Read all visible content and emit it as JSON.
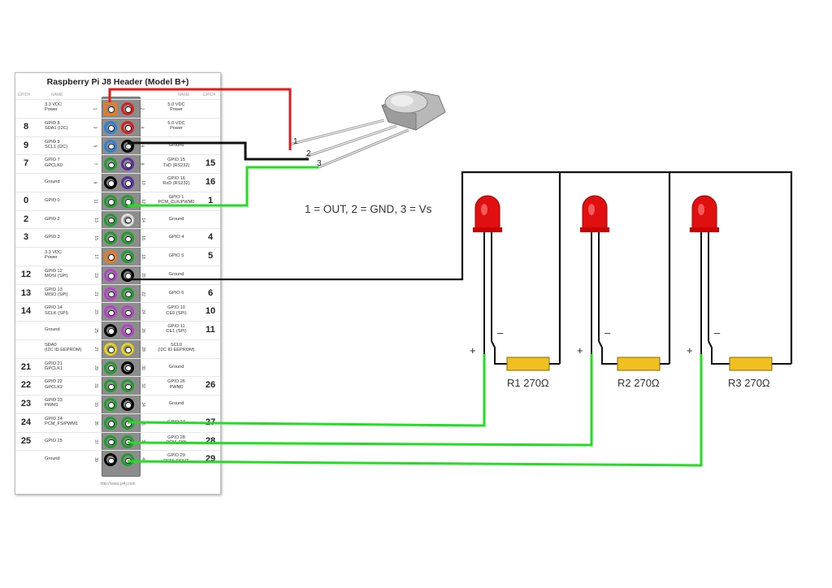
{
  "header": {
    "title": "Raspberry Pi J8 Header (Model B+)",
    "col_gpio": "GPIO#",
    "col_name": "NAME",
    "url": "http://www.pi4j.com",
    "rows": [
      {
        "l_num": "",
        "l_name": "3.3 VDC\nPower",
        "l_pin": "1",
        "l_color": "#f07a1a",
        "r_pin": "2",
        "r_name": "5.0 VDC\nPower",
        "r_color": "#d92020",
        "r_num": ""
      },
      {
        "l_num": "8",
        "l_name": "GPIO 8\nSDA1 (I2C)",
        "l_pin": "3",
        "l_color": "#2f7fd8",
        "r_pin": "4",
        "r_name": "5.0 VDC\nPower",
        "r_color": "#d92020",
        "r_num": ""
      },
      {
        "l_num": "9",
        "l_name": "GPIO 9\nSCL1 (I2C)",
        "l_pin": "5",
        "l_color": "#2f7fd8",
        "r_pin": "6",
        "r_name": "Ground",
        "r_color": "#000000",
        "r_num": ""
      },
      {
        "l_num": "7",
        "l_name": "GPIO 7\nGPCLK0",
        "l_pin": "7",
        "l_color": "#1e9e2e",
        "r_pin": "8",
        "r_name": "GPIO 15\nTxD (RS232)",
        "r_color": "#5b2ca0",
        "r_num": "15"
      },
      {
        "l_num": "",
        "l_name": "Ground",
        "l_pin": "9",
        "l_color": "#000000",
        "r_pin": "10",
        "r_name": "GPIO 16\nRxD (RS232)",
        "r_color": "#5b2ca0",
        "r_num": "16"
      },
      {
        "l_num": "0",
        "l_name": "GPIO 0",
        "l_pin": "11",
        "l_color": "#1e9e2e",
        "r_pin": "12",
        "r_name": "GPIO 1\nPCM_CLK/PWM0",
        "r_color": "#1e9e2e",
        "r_num": "1"
      },
      {
        "l_num": "2",
        "l_name": "GPIO 2",
        "l_pin": "13",
        "l_color": "#1e9e2e",
        "r_pin": "14",
        "r_name": "Ground",
        "r_color": "#dddddd",
        "r_num": ""
      },
      {
        "l_num": "3",
        "l_name": "GPIO 3",
        "l_pin": "15",
        "l_color": "#1e9e2e",
        "r_pin": "16",
        "r_name": "GPIO 4",
        "r_color": "#1e9e2e",
        "r_num": "4"
      },
      {
        "l_num": "",
        "l_name": "3.3 VDC\nPower",
        "l_pin": "17",
        "l_color": "#f07a1a",
        "r_pin": "18",
        "r_name": "GPIO 5",
        "r_color": "#1e9e2e",
        "r_num": "5"
      },
      {
        "l_num": "12",
        "l_name": "GPIO 12\nMOSI (SPI)",
        "l_pin": "19",
        "l_color": "#b542c8",
        "r_pin": "20",
        "r_name": "Ground",
        "r_color": "#000000",
        "r_num": ""
      },
      {
        "l_num": "13",
        "l_name": "GPIO 13\nMISO (SPI)",
        "l_pin": "21",
        "l_color": "#b542c8",
        "r_pin": "22",
        "r_name": "GPIO 6",
        "r_color": "#1e9e2e",
        "r_num": "6"
      },
      {
        "l_num": "14",
        "l_name": "GPIO 14\nSCLK (SPI)",
        "l_pin": "23",
        "l_color": "#b542c8",
        "r_pin": "24",
        "r_name": "GPIO 10\nCE0 (SPI)",
        "r_color": "#b542c8",
        "r_num": "10"
      },
      {
        "l_num": "",
        "l_name": "Ground",
        "l_pin": "25",
        "l_color": "#000000",
        "r_pin": "26",
        "r_name": "GPIO 11\nCE1 (SPI)",
        "r_color": "#b542c8",
        "r_num": "11"
      },
      {
        "l_num": "",
        "l_name": "SDA0\n(I2C ID EEPROM)",
        "l_pin": "27",
        "l_color": "#e3d21c",
        "r_pin": "28",
        "r_name": "SCL0\n(I2C ID EEPROM)",
        "r_color": "#e3d21c",
        "r_num": ""
      },
      {
        "l_num": "21",
        "l_name": "GPIO 21\nGPCLK1",
        "l_pin": "29",
        "l_color": "#1e9e2e",
        "r_pin": "30",
        "r_name": "Ground",
        "r_color": "#000000",
        "r_num": ""
      },
      {
        "l_num": "22",
        "l_name": "GPIO 22\nGPCLK2",
        "l_pin": "31",
        "l_color": "#1e9e2e",
        "r_pin": "32",
        "r_name": "GPIO 26\nPWM0",
        "r_color": "#1e9e2e",
        "r_num": "26"
      },
      {
        "l_num": "23",
        "l_name": "GPIO 23\nPWM1",
        "l_pin": "33",
        "l_color": "#1e9e2e",
        "r_pin": "34",
        "r_name": "Ground",
        "r_color": "#000000",
        "r_num": ""
      },
      {
        "l_num": "24",
        "l_name": "GPIO 24\nPCM_FS/PWM1",
        "l_pin": "35",
        "l_color": "#1e9e2e",
        "r_pin": "36",
        "r_name": "GPIO 27",
        "r_color": "#1e9e2e",
        "r_num": "27"
      },
      {
        "l_num": "25",
        "l_name": "GPIO 25",
        "l_pin": "37",
        "l_color": "#1e9e2e",
        "r_pin": "38",
        "r_name": "GPIO 28\nPCM_DIN",
        "r_color": "#1e9e2e",
        "r_num": "28"
      },
      {
        "l_num": "",
        "l_name": "Ground",
        "l_pin": "39",
        "l_color": "#000000",
        "r_pin": "40",
        "r_name": "GPIO 29\nPCM_DOUT",
        "r_color": "#1e9e2e",
        "r_num": "29"
      }
    ]
  },
  "sensor": {
    "leads": [
      "1",
      "2",
      "3"
    ],
    "legend": "1 = OUT, 2 = GND, 3 = Vs"
  },
  "leds": [
    {
      "plus": "+",
      "minus": "–",
      "resistor": "R1 270Ω"
    },
    {
      "plus": "+",
      "minus": "–",
      "resistor": "R2 270Ω"
    },
    {
      "plus": "+",
      "minus": "–",
      "resistor": "R3 270Ω"
    }
  ],
  "colors": {
    "wire_red": "#e11b1b",
    "wire_black": "#111111",
    "wire_green": "#22dd22",
    "led_red": "#e01010",
    "resistor": "#f0c020"
  }
}
